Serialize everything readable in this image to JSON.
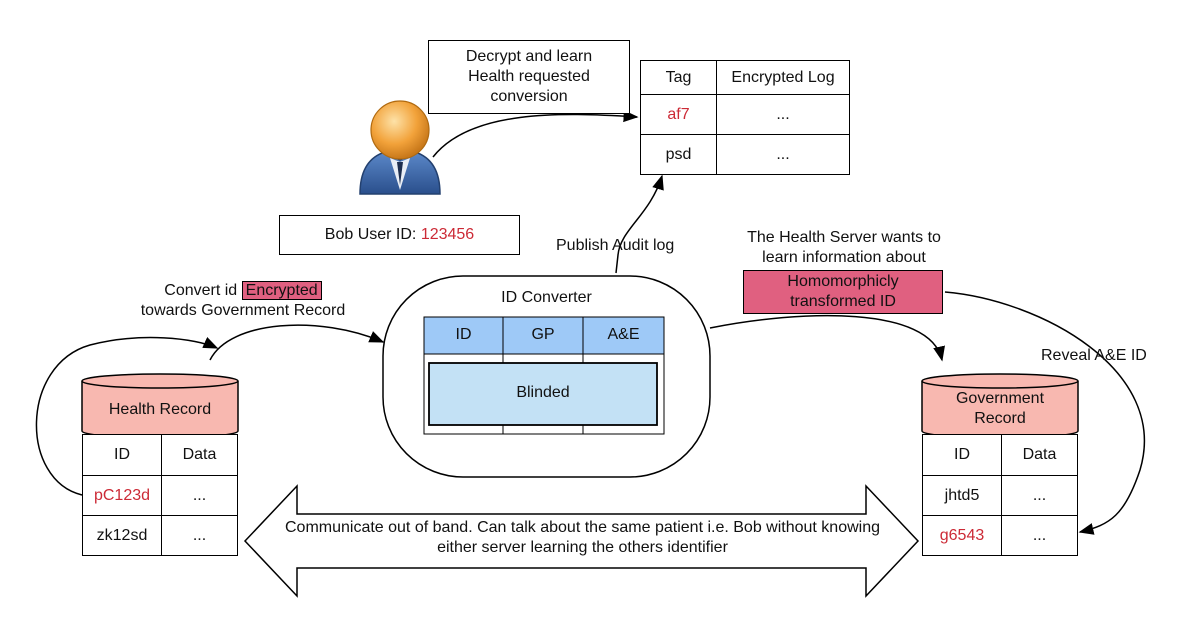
{
  "decrypt_box": "Decrypt and learn Health requested conversion",
  "bob_label": "Bob User ID: ",
  "bob_id": "123456",
  "audit_table": {
    "headers": [
      "Tag",
      "Encrypted Log"
    ],
    "rows": [
      [
        "af7",
        "..."
      ],
      [
        "psd",
        "..."
      ]
    ]
  },
  "publish_label": "Publish Audit log",
  "convert_label_1": "Convert id",
  "convert_highlight": "Encrypted",
  "convert_label_2": "towards Government Record",
  "id_converter": {
    "title": "ID Converter",
    "columns": [
      "ID",
      "GP",
      "A&E"
    ],
    "blinded": "Blinded"
  },
  "health_server_text": "The Health Server wants to learn information about",
  "homomorphic_box": "Homomorphicly transformed ID",
  "reveal_label": "Reveal A&E ID",
  "health_record": {
    "title": "Health Record",
    "headers": [
      "ID",
      "Data"
    ],
    "rows": [
      [
        "pC123d",
        "..."
      ],
      [
        "zk12sd",
        "..."
      ]
    ]
  },
  "government_record": {
    "title": "Government Record",
    "headers": [
      "ID",
      "Data"
    ],
    "rows": [
      [
        "jhtd5",
        "..."
      ],
      [
        "g6543",
        "..."
      ]
    ]
  },
  "oob_text": "Communicate out of band. Can talk about the same patient i.e. Bob without knowing either server learning the others identifier",
  "colors": {
    "highlight_red": "#cc2a36",
    "pink_box": "#e06080",
    "db_fill": "#f8b8b0",
    "converter_header": "#9ec9f7",
    "blinded_fill": "#c3e1f5"
  }
}
